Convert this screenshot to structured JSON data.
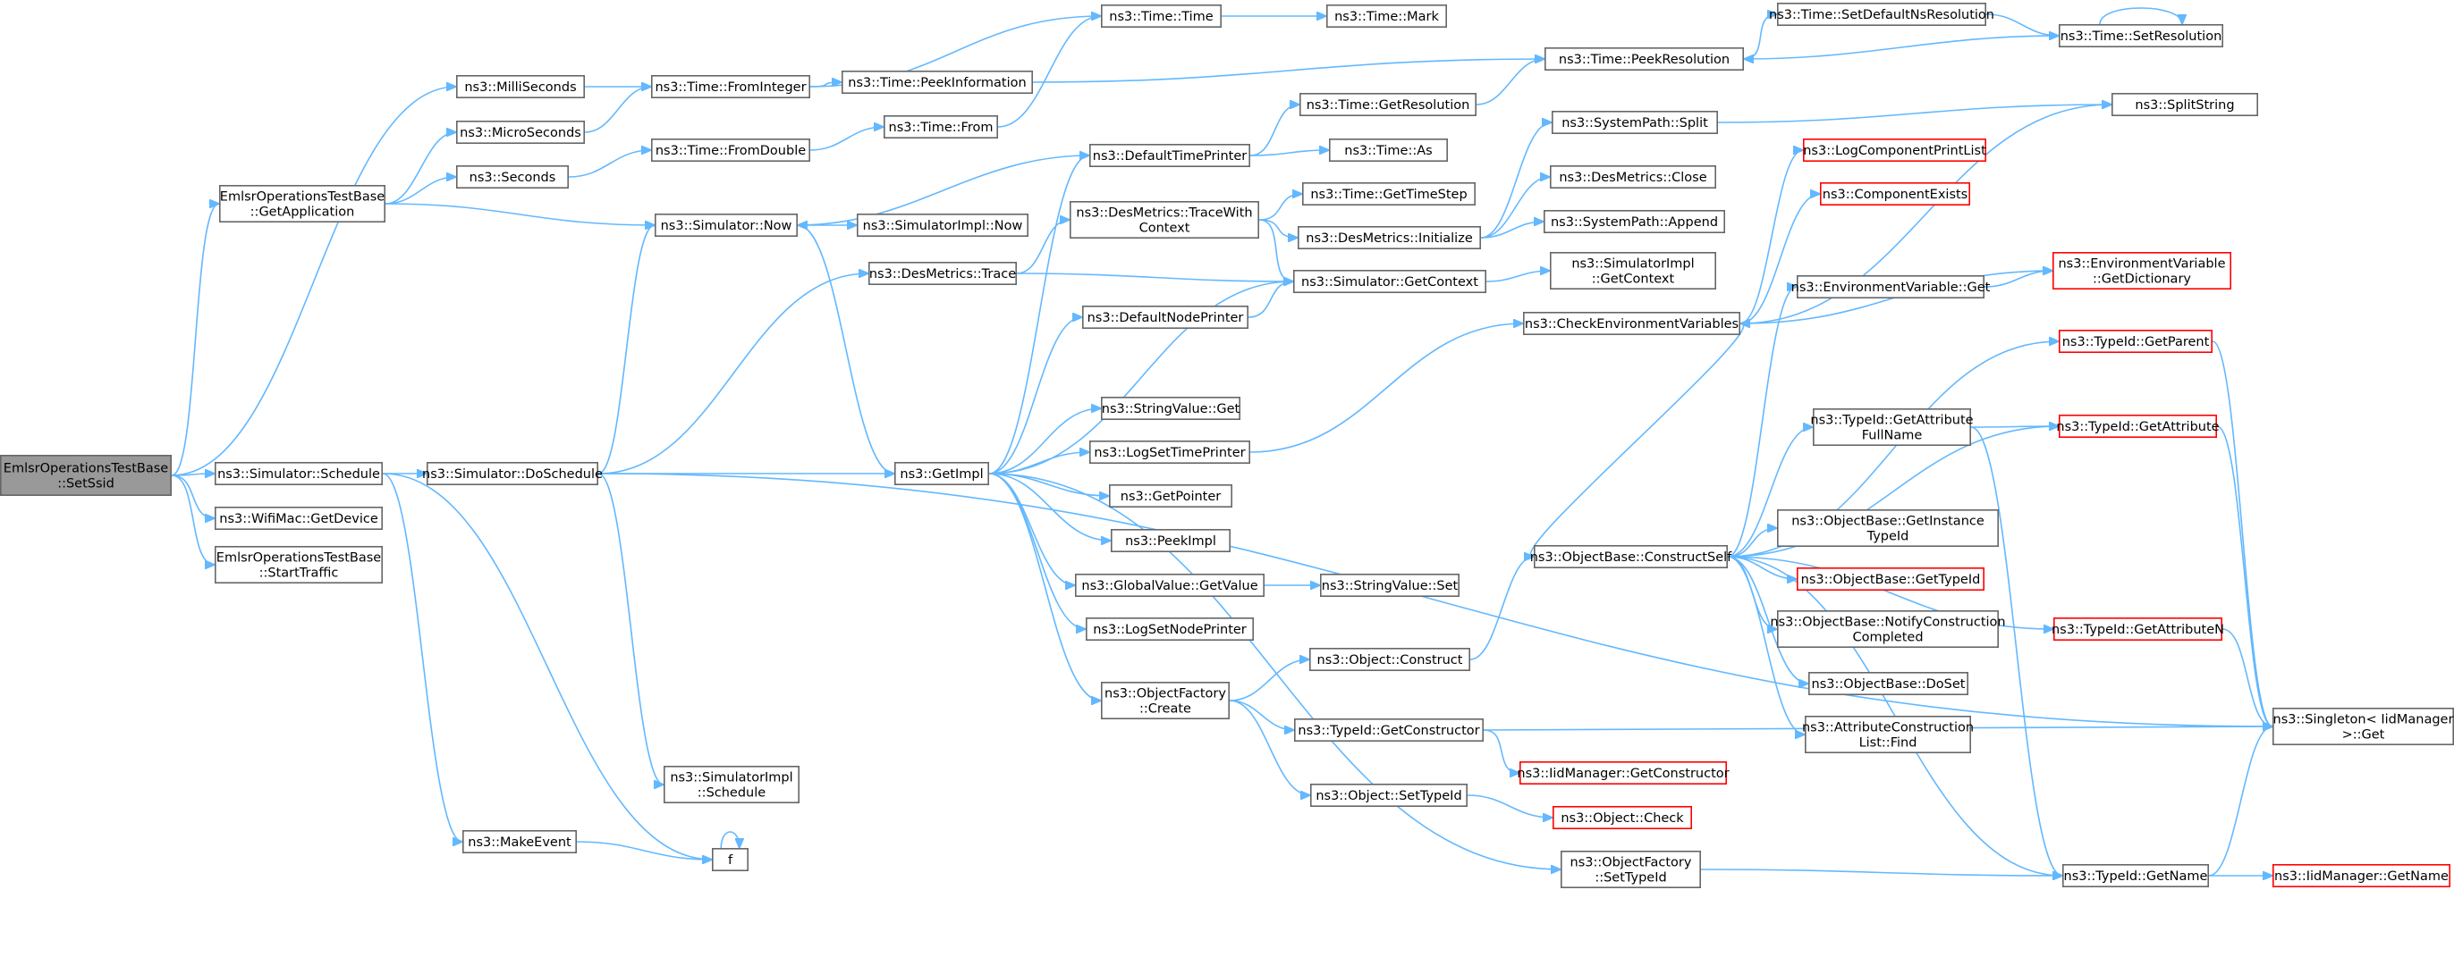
{
  "graph": {
    "nodes": [
      {
        "id": "setssid",
        "lines": [
          "EmlsrOperationsTestBase",
          "::SetSsid"
        ],
        "style": "root"
      },
      {
        "id": "milli",
        "lines": [
          "ns3::MilliSeconds"
        ]
      },
      {
        "id": "getapp",
        "lines": [
          "EmlsrOperationsTestBase",
          "::GetApplication"
        ]
      },
      {
        "id": "micro",
        "lines": [
          "ns3::MicroSeconds"
        ]
      },
      {
        "id": "seconds",
        "lines": [
          "ns3::Seconds"
        ]
      },
      {
        "id": "schedule",
        "lines": [
          "ns3::Simulator::Schedule"
        ]
      },
      {
        "id": "getdevice",
        "lines": [
          "ns3::WifiMac::GetDevice"
        ]
      },
      {
        "id": "starttraffic",
        "lines": [
          "EmlsrOperationsTestBase",
          "::StartTraffic"
        ]
      },
      {
        "id": "fromint",
        "lines": [
          "ns3::Time::FromInteger"
        ]
      },
      {
        "id": "fromdouble",
        "lines": [
          "ns3::Time::FromDouble"
        ]
      },
      {
        "id": "simnow",
        "lines": [
          "ns3::Simulator::Now"
        ]
      },
      {
        "id": "dosched",
        "lines": [
          "ns3::Simulator::DoSchedule"
        ]
      },
      {
        "id": "makeevent",
        "lines": [
          "ns3::MakeEvent"
        ]
      },
      {
        "id": "time",
        "lines": [
          "ns3::Time::Time"
        ]
      },
      {
        "id": "peekinfo",
        "lines": [
          "ns3::Time::PeekInformation"
        ]
      },
      {
        "id": "from",
        "lines": [
          "ns3::Time::From"
        ]
      },
      {
        "id": "implnow",
        "lines": [
          "ns3::SimulatorImpl::Now"
        ]
      },
      {
        "id": "destrace",
        "lines": [
          "ns3::DesMetrics::Trace"
        ]
      },
      {
        "id": "getimpl",
        "lines": [
          "ns3::GetImpl"
        ]
      },
      {
        "id": "implsched",
        "lines": [
          "ns3::SimulatorImpl",
          "::Schedule"
        ]
      },
      {
        "id": "f",
        "lines": [
          "f"
        ]
      },
      {
        "id": "mark",
        "lines": [
          "ns3::Time::Mark"
        ]
      },
      {
        "id": "deftime",
        "lines": [
          "ns3::DefaultTimePrinter"
        ]
      },
      {
        "id": "tracectx",
        "lines": [
          "ns3::DesMetrics::TraceWith",
          "Context"
        ]
      },
      {
        "id": "defnode",
        "lines": [
          "ns3::DefaultNodePrinter"
        ]
      },
      {
        "id": "strget",
        "lines": [
          "ns3::StringValue::Get"
        ]
      },
      {
        "id": "logtime",
        "lines": [
          "ns3::LogSetTimePrinter"
        ]
      },
      {
        "id": "getptr",
        "lines": [
          "ns3::GetPointer"
        ]
      },
      {
        "id": "peekimpl",
        "lines": [
          "ns3::PeekImpl"
        ]
      },
      {
        "id": "gvget",
        "lines": [
          "ns3::GlobalValue::GetValue"
        ]
      },
      {
        "id": "lognode",
        "lines": [
          "ns3::LogSetNodePrinter"
        ]
      },
      {
        "id": "ofcreate",
        "lines": [
          "ns3::ObjectFactory",
          "::Create"
        ]
      },
      {
        "id": "getres",
        "lines": [
          "ns3::Time::GetResolution"
        ]
      },
      {
        "id": "as",
        "lines": [
          "ns3::Time::As"
        ]
      },
      {
        "id": "gettimestep",
        "lines": [
          "ns3::Time::GetTimeStep"
        ]
      },
      {
        "id": "desinit",
        "lines": [
          "ns3::DesMetrics::Initialize"
        ]
      },
      {
        "id": "simctx",
        "lines": [
          "ns3::Simulator::GetContext"
        ]
      },
      {
        "id": "strset",
        "lines": [
          "ns3::StringValue::Set"
        ]
      },
      {
        "id": "objconstruct",
        "lines": [
          "ns3::Object::Construct"
        ]
      },
      {
        "id": "tidctor",
        "lines": [
          "ns3::TypeId::GetConstructor"
        ]
      },
      {
        "id": "objsettid",
        "lines": [
          "ns3::Object::SetTypeId"
        ]
      },
      {
        "id": "iidctor",
        "lines": [
          "ns3::IidManager::GetConstructor"
        ],
        "style": "red"
      },
      {
        "id": "objcheck",
        "lines": [
          "ns3::Object::Check"
        ],
        "style": "red"
      },
      {
        "id": "peekres",
        "lines": [
          "ns3::Time::PeekResolution"
        ]
      },
      {
        "id": "pathsplit",
        "lines": [
          "ns3::SystemPath::Split"
        ]
      },
      {
        "id": "desclose",
        "lines": [
          "ns3::DesMetrics::Close"
        ]
      },
      {
        "id": "pathappend",
        "lines": [
          "ns3::SystemPath::Append"
        ]
      },
      {
        "id": "implctx",
        "lines": [
          "ns3::SimulatorImpl",
          "::GetContext"
        ]
      },
      {
        "id": "checkenv",
        "lines": [
          "ns3::CheckEnvironmentVariables"
        ]
      },
      {
        "id": "construct",
        "lines": [
          "ns3::ObjectBase::ConstructSelf"
        ]
      },
      {
        "id": "ofsettid",
        "lines": [
          "ns3::ObjectFactory",
          "::SetTypeId"
        ]
      },
      {
        "id": "setdefns",
        "lines": [
          "ns3::Time::SetDefaultNsResolution"
        ]
      },
      {
        "id": "setres",
        "lines": [
          "ns3::Time::SetResolution"
        ]
      },
      {
        "id": "splitstr",
        "lines": [
          "ns3::SplitString"
        ]
      },
      {
        "id": "logprint",
        "lines": [
          "ns3::LogComponentPrintList"
        ],
        "style": "red"
      },
      {
        "id": "compexists",
        "lines": [
          "ns3::ComponentExists"
        ],
        "style": "red"
      },
      {
        "id": "envget",
        "lines": [
          "ns3::EnvironmentVariable::Get"
        ]
      },
      {
        "id": "envdict",
        "lines": [
          "ns3::EnvironmentVariable",
          "::GetDictionary"
        ],
        "style": "red"
      },
      {
        "id": "tidattrfull",
        "lines": [
          "ns3::TypeId::GetAttribute",
          "FullName"
        ]
      },
      {
        "id": "getinst",
        "lines": [
          "ns3::ObjectBase::GetInstance",
          "TypeId"
        ]
      },
      {
        "id": "obgettid",
        "lines": [
          "ns3::ObjectBase::GetTypeId"
        ],
        "style": "red"
      },
      {
        "id": "notify",
        "lines": [
          "ns3::ObjectBase::NotifyConstruction",
          "Completed"
        ]
      },
      {
        "id": "doset",
        "lines": [
          "ns3::ObjectBase::DoSet"
        ]
      },
      {
        "id": "acfind",
        "lines": [
          "ns3::AttributeConstruction",
          "List::Find"
        ]
      },
      {
        "id": "tidgetname",
        "lines": [
          "ns3::TypeId::GetName"
        ]
      },
      {
        "id": "tidparent",
        "lines": [
          "ns3::TypeId::GetParent"
        ],
        "style": "red"
      },
      {
        "id": "tidattr",
        "lines": [
          "ns3::TypeId::GetAttribute"
        ],
        "style": "red"
      },
      {
        "id": "tidattrn",
        "lines": [
          "ns3::TypeId::GetAttributeN"
        ],
        "style": "red"
      },
      {
        "id": "singleton",
        "lines": [
          "ns3::Singleton< IidManager",
          " >::Get"
        ]
      },
      {
        "id": "iidname",
        "lines": [
          "ns3::IidManager::GetName"
        ],
        "style": "red"
      }
    ]
  }
}
